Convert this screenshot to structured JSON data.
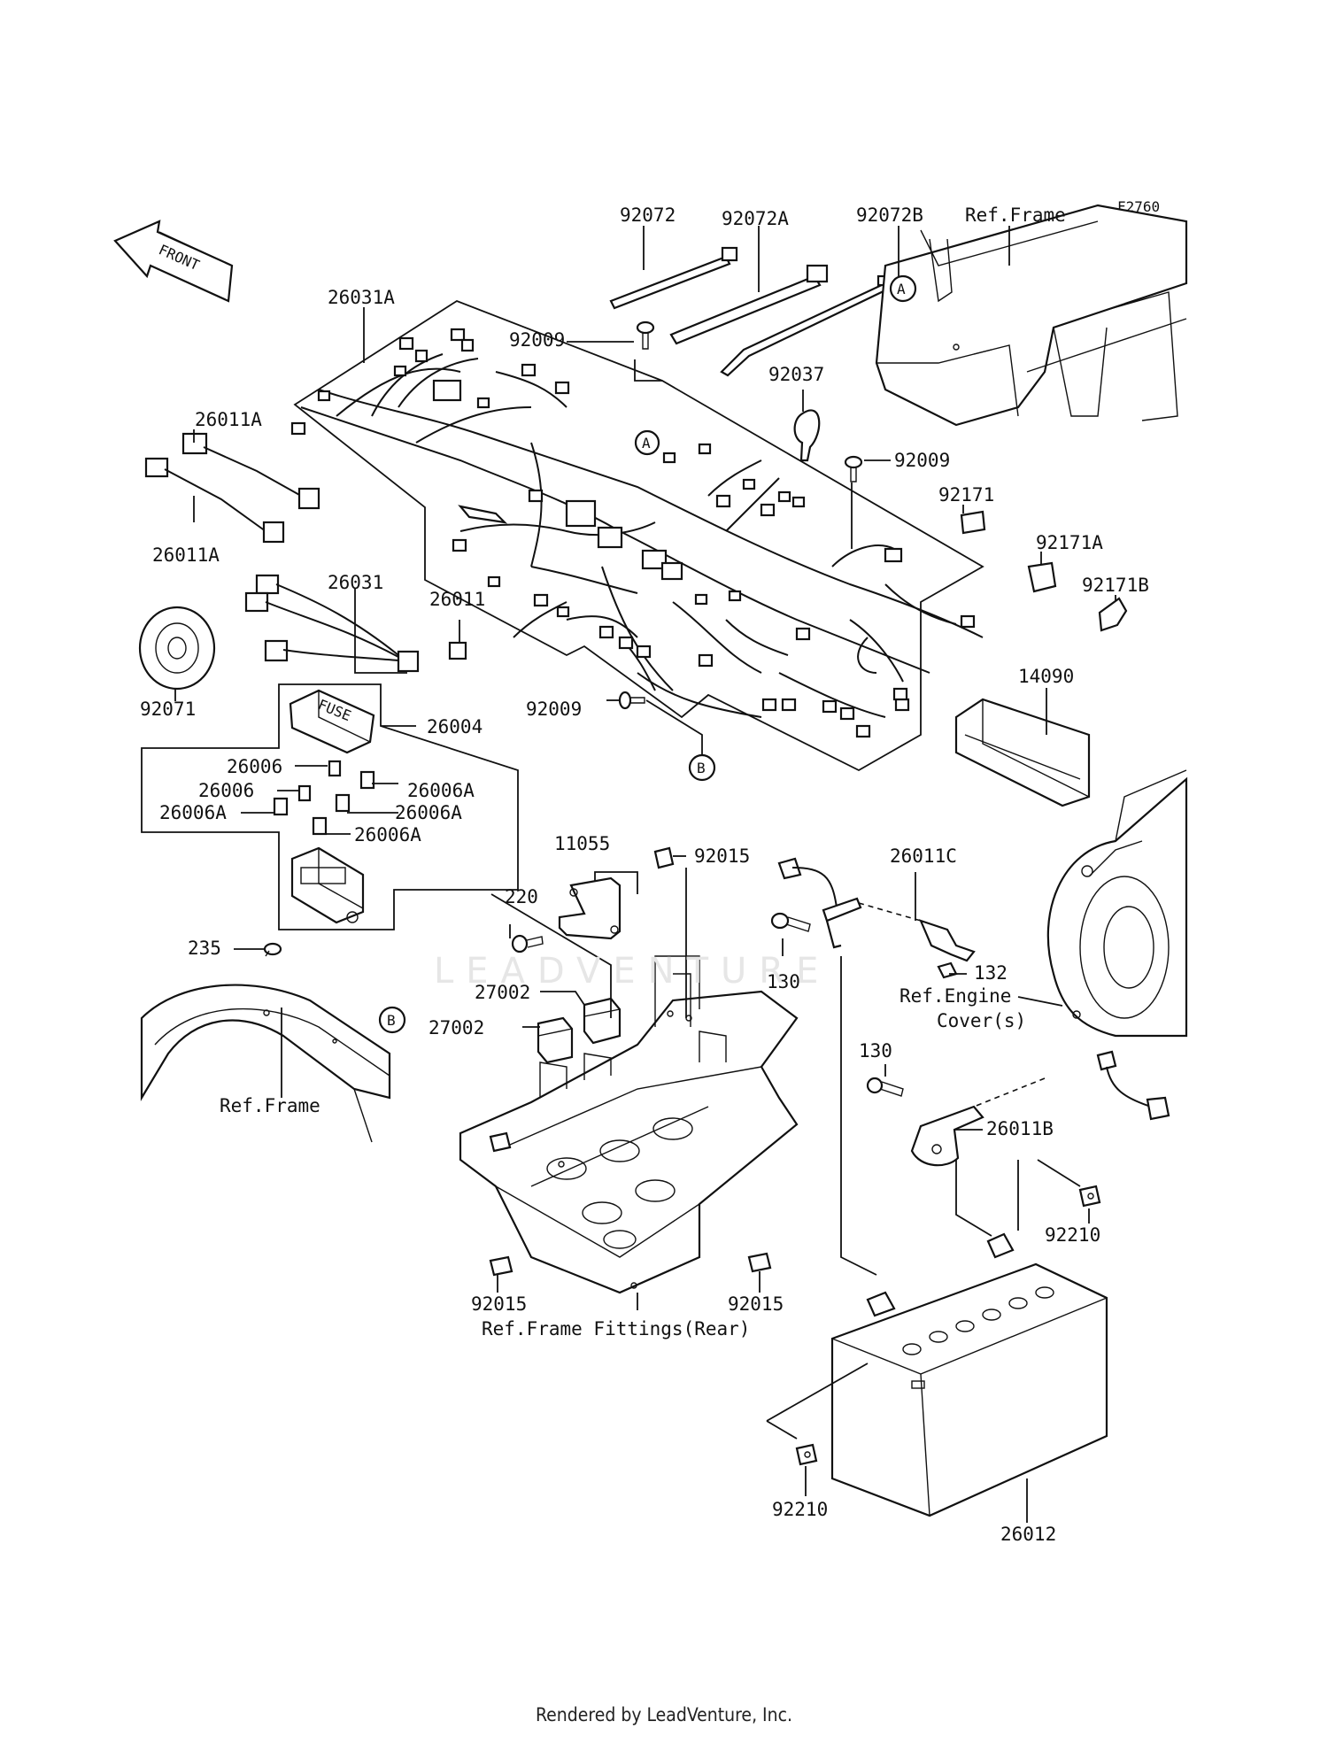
{
  "diagram_code": "F2760",
  "front_label": "FRONT",
  "fuse_label": "FUSE",
  "watermark": "LEADVENTURE",
  "footer": "Rendered by LeadVenture, Inc.",
  "callouts": {
    "ref_a": "A",
    "ref_b": "B"
  },
  "parts": [
    {
      "id": "p92072",
      "text": "92072"
    },
    {
      "id": "p92072a",
      "text": "92072A"
    },
    {
      "id": "p92072b",
      "text": "92072B"
    },
    {
      "id": "refframe1",
      "text": "Ref.Frame"
    },
    {
      "id": "p26031a",
      "text": "26031A"
    },
    {
      "id": "p92009a",
      "text": "92009"
    },
    {
      "id": "p92037",
      "text": "92037"
    },
    {
      "id": "p92009b",
      "text": "92009"
    },
    {
      "id": "p92171",
      "text": "92171"
    },
    {
      "id": "p92171a",
      "text": "92171A"
    },
    {
      "id": "p92171b",
      "text": "92171B"
    },
    {
      "id": "p26011a1",
      "text": "26011A"
    },
    {
      "id": "p26011a2",
      "text": "26011A"
    },
    {
      "id": "p26011",
      "text": "26011"
    },
    {
      "id": "p26031",
      "text": "26031"
    },
    {
      "id": "p92071",
      "text": "92071"
    },
    {
      "id": "p14090",
      "text": "14090"
    },
    {
      "id": "p92009c",
      "text": "92009"
    },
    {
      "id": "p26004",
      "text": "26004"
    },
    {
      "id": "p26006a",
      "text": "26006"
    },
    {
      "id": "p26006b",
      "text": "26006"
    },
    {
      "id": "p26006aa",
      "text": "26006A"
    },
    {
      "id": "p26006ab",
      "text": "26006A"
    },
    {
      "id": "p26006ac",
      "text": "26006A"
    },
    {
      "id": "p26006ad",
      "text": "26006A"
    },
    {
      "id": "p11055",
      "text": "11055"
    },
    {
      "id": "p92015a",
      "text": "92015"
    },
    {
      "id": "p26011c",
      "text": "26011C"
    },
    {
      "id": "p220",
      "text": "220"
    },
    {
      "id": "p130a",
      "text": "130"
    },
    {
      "id": "p132",
      "text": "132"
    },
    {
      "id": "p235",
      "text": "235"
    },
    {
      "id": "refengine1",
      "text": "Ref.Engine"
    },
    {
      "id": "refengine2",
      "text": "Cover(s)"
    },
    {
      "id": "p27002a",
      "text": "27002"
    },
    {
      "id": "p27002b",
      "text": "27002"
    },
    {
      "id": "p130b",
      "text": "130"
    },
    {
      "id": "refframe2",
      "text": "Ref.Frame"
    },
    {
      "id": "p26011b",
      "text": "26011B"
    },
    {
      "id": "p92210a",
      "text": "92210"
    },
    {
      "id": "p92015b",
      "text": "92015"
    },
    {
      "id": "p92015c",
      "text": "92015"
    },
    {
      "id": "refframefit",
      "text": "Ref.Frame Fittings(Rear)"
    },
    {
      "id": "p92210b",
      "text": "92210"
    },
    {
      "id": "p26012",
      "text": "26012"
    }
  ]
}
